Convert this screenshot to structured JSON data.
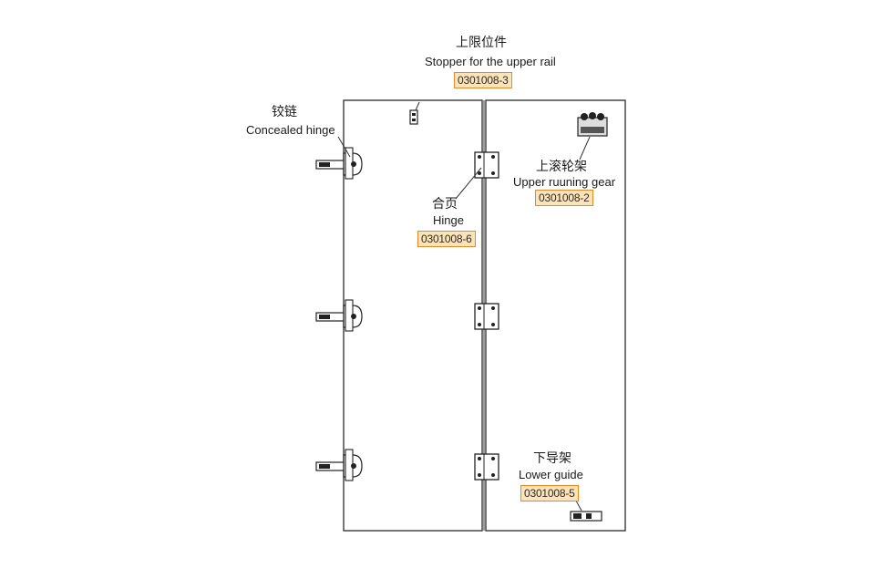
{
  "labels": {
    "stopper": {
      "zh": "上限位件",
      "en": "Stopper for the upper rail",
      "code": "0301008-3"
    },
    "concealed_hinge": {
      "zh": "铰链",
      "en": "Concealed hinge"
    },
    "upper_gear": {
      "zh": "上滚轮架",
      "en": "Upper ruuning gear",
      "code": "0301008-2"
    },
    "hinge": {
      "zh": "合页",
      "en": "Hinge",
      "code": "0301008-6"
    },
    "lower_guide": {
      "zh": "下导架",
      "en": "Lower guide",
      "code": "0301008-5"
    }
  },
  "colors": {
    "line": "#3a3a3a",
    "code_fill": "#fde3b8",
    "code_border": "#e58a2a"
  }
}
